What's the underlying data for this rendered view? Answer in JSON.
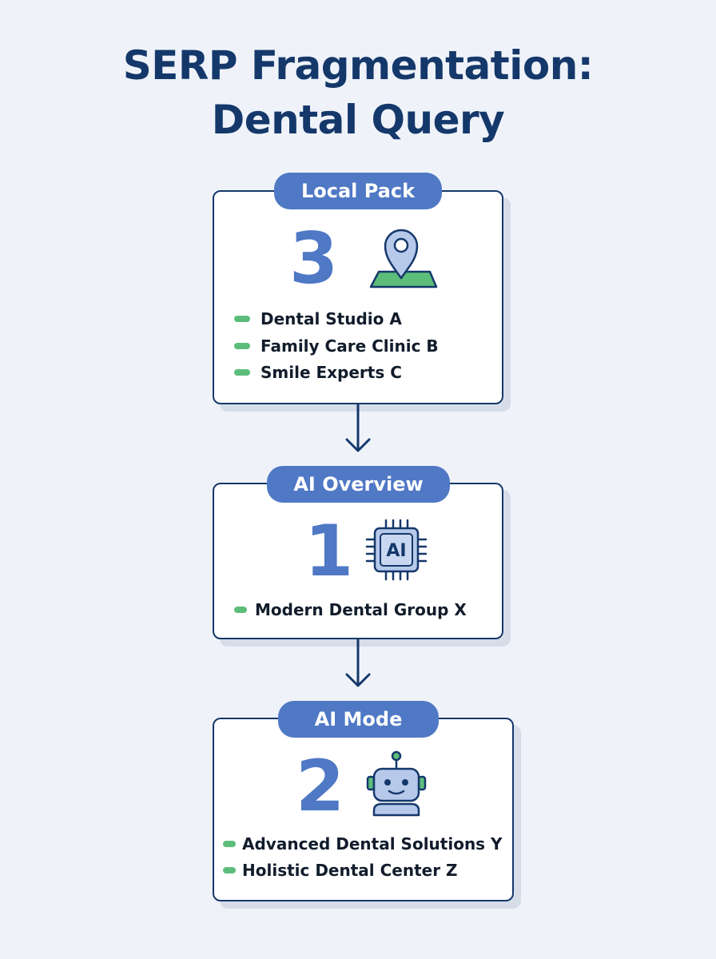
{
  "title": {
    "line1": "SERP Fragmentation:",
    "line2": "Dental Query"
  },
  "sections": [
    {
      "label": "Local Pack",
      "count": "3",
      "icon": "map-pin-icon",
      "items": [
        "Dental Studio A",
        "Family Care Clinic B",
        "Smile Experts C"
      ]
    },
    {
      "label": "AI Overview",
      "count": "1",
      "icon": "ai-chip-icon",
      "icon_text": "AI",
      "items": [
        "Modern Dental Group X"
      ]
    },
    {
      "label": "AI Mode",
      "count": "2",
      "icon": "robot-icon",
      "items": [
        "Advanced Dental Solutions Y",
        "Holistic Dental Center Z"
      ]
    }
  ],
  "colors": {
    "background": "#eff3f9",
    "title": "#15386b",
    "accent": "#4f78c5",
    "bullet": "#5cbd7a",
    "border": "#15386b"
  }
}
